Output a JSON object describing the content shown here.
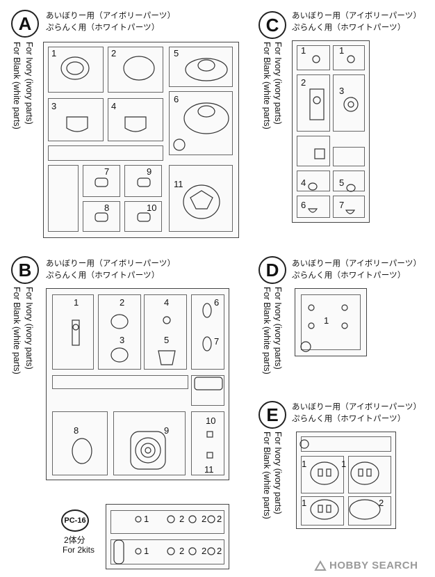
{
  "sections": {
    "A": {
      "letter": "A",
      "label_ivory": "あいぼりー用（アイボリーパーツ）",
      "label_blank": "ぷらんく用（ホワイトパーツ）",
      "side_ivory": "For Ivory (ivory parts)",
      "side_blank": "For Blank (white parts)",
      "parts": [
        "1",
        "2",
        "5",
        "3",
        "4",
        "6",
        "7",
        "9",
        "11",
        "8",
        "10"
      ]
    },
    "B": {
      "letter": "B",
      "label_ivory": "あいぼりー用（アイボリーパーツ）",
      "label_blank": "ぷらんく用（ホワイトパーツ）",
      "side_ivory": "For Ivory (ivory parts)",
      "side_blank": "For Blank (white parts)",
      "parts": [
        "1",
        "2",
        "4",
        "6",
        "3",
        "5",
        "7",
        "8",
        "9",
        "10",
        "11"
      ]
    },
    "C": {
      "letter": "C",
      "label_ivory": "あいぼりー用（アイボリーパーツ）",
      "label_blank": "ぷらんく用（ホワイトパーツ）",
      "side_ivory": "For Ivory (ivory parts)",
      "side_blank": "For Blank (white parts)",
      "parts": [
        "1",
        "1",
        "2",
        "3",
        "4",
        "5",
        "6",
        "7"
      ]
    },
    "D": {
      "letter": "D",
      "label_ivory": "あいぼりー用（アイボリーパーツ）",
      "label_blank": "ぷらんく用（ホワイトパーツ）",
      "side_ivory": "For Ivory (ivory parts)",
      "side_blank": "For Blank (white parts)",
      "parts": [
        "1"
      ]
    },
    "E": {
      "letter": "E",
      "label_ivory": "あいぼりー用（アイボリーパーツ）",
      "label_blank": "ぷらんく用（ホワイトパーツ）",
      "side_ivory": "For Ivory (ivory parts)",
      "side_blank": "For Blank (white parts)",
      "parts": [
        "1",
        "1",
        "1",
        "2"
      ]
    }
  },
  "pc": {
    "badge": "PC-16",
    "qty_jp": "2体分",
    "qty_en": "For 2kits",
    "parts_row1": [
      "1",
      "2",
      "2",
      "2"
    ],
    "parts_row2": [
      "1",
      "2",
      "2",
      "2"
    ]
  },
  "watermark": {
    "text": "HOBBY SEARCH"
  }
}
